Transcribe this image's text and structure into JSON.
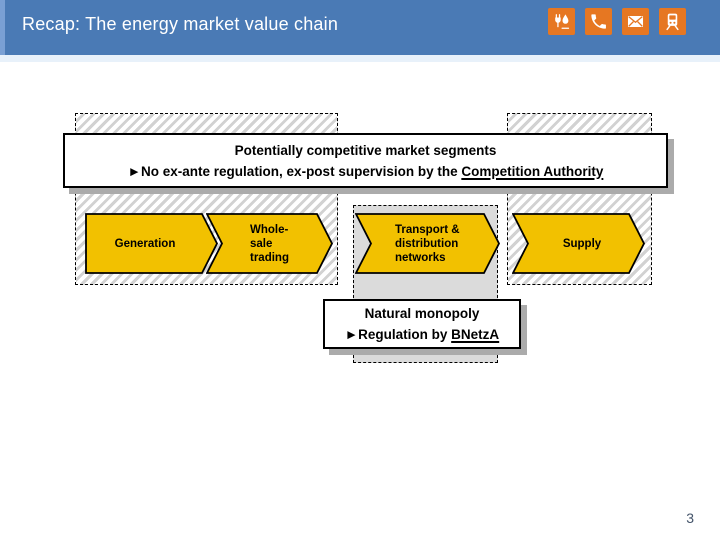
{
  "header": {
    "title": "Recap: The energy market value chain",
    "icons": [
      "utilities-icon",
      "phone-icon",
      "mail-icon",
      "train-icon"
    ]
  },
  "competitive_box": {
    "line1": "Potentially competitive market segments",
    "line2_prefix": "►No ex-ante regulation, ex-post supervision by the ",
    "line2_underlined": "Competition Authority"
  },
  "monopoly_box": {
    "line1": "Natural monopoly",
    "line2_prefix": "►Regulation by ",
    "line2_underlined": "BNetzA"
  },
  "value_chain": [
    {
      "label": "Generation"
    },
    {
      "label": "Whole-\nsale\ntrading"
    },
    {
      "label": "Transport &\ndistribution\nnetworks"
    },
    {
      "label": "Supply"
    }
  ],
  "page": {
    "number": "3"
  },
  "colors": {
    "header_blue": "#4a7ab5",
    "icon_orange": "#e67722",
    "arrow_gold": "#f2c100",
    "panel_gray": "#dbdbdb",
    "shadow_gray": "#ababab"
  }
}
